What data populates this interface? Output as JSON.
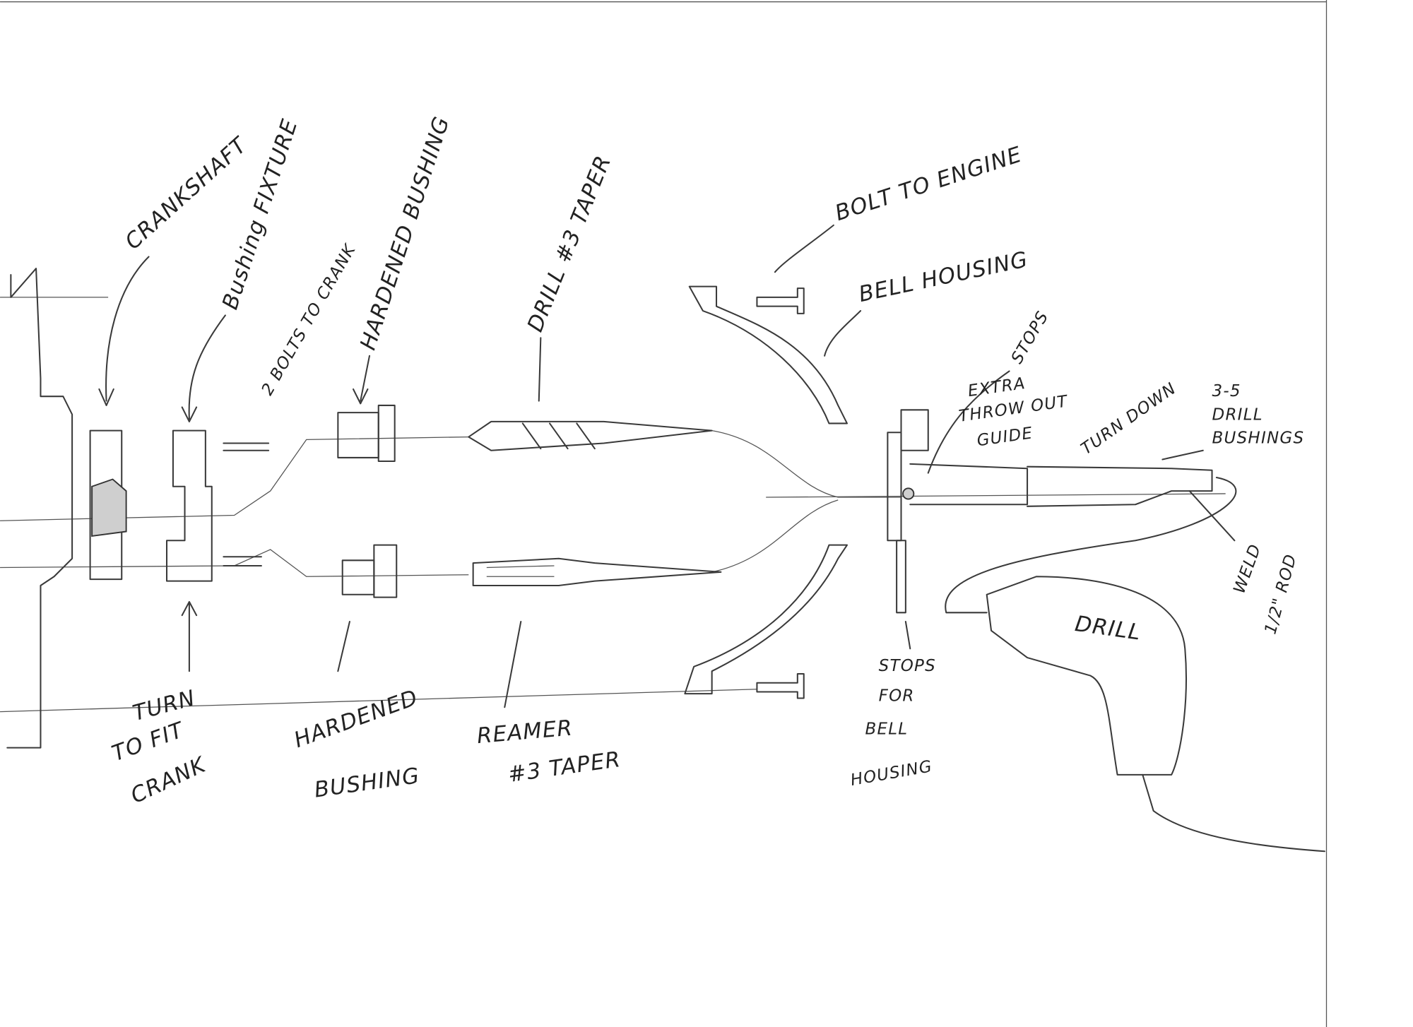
{
  "title": "Crankshaft bushing / bell housing alignment tool sketch",
  "labels": {
    "crankshaft": "CRANKSHAFT",
    "bushing_fixture": "Bushing FIXTURE",
    "bolts_to_crank": "2 BOLTS TO CRANK",
    "hardened_bushing_top": "HARDENED BUSHING",
    "drill_taper": "DRILL #3 TAPER",
    "bolt_to_engine": "BOLT TO ENGINE",
    "bell_housing": "BELL HOUSING",
    "stops": "STOPS",
    "extra_throwout_guide": [
      "EXTRA",
      "THROW OUT",
      "GUIDE"
    ],
    "turn_down": "TURN DOWN",
    "drill_bushings": [
      "3-5",
      "DRILL",
      "BUSHINGS"
    ],
    "weld_rod": [
      "WELD",
      "1/2\" ROD"
    ],
    "drill": "DRILL",
    "stops_for_bell_housing": [
      "STOPS",
      "FOR",
      "BELL",
      "HOUSING"
    ],
    "turn_to_fit_crank": [
      "TURN",
      "TO FIT",
      "CRANK"
    ],
    "hardened_bushing_bottom": [
      "HARDENED",
      "BUSHING"
    ],
    "reamer_taper": [
      "REAMER",
      "#3 TAPER"
    ]
  }
}
